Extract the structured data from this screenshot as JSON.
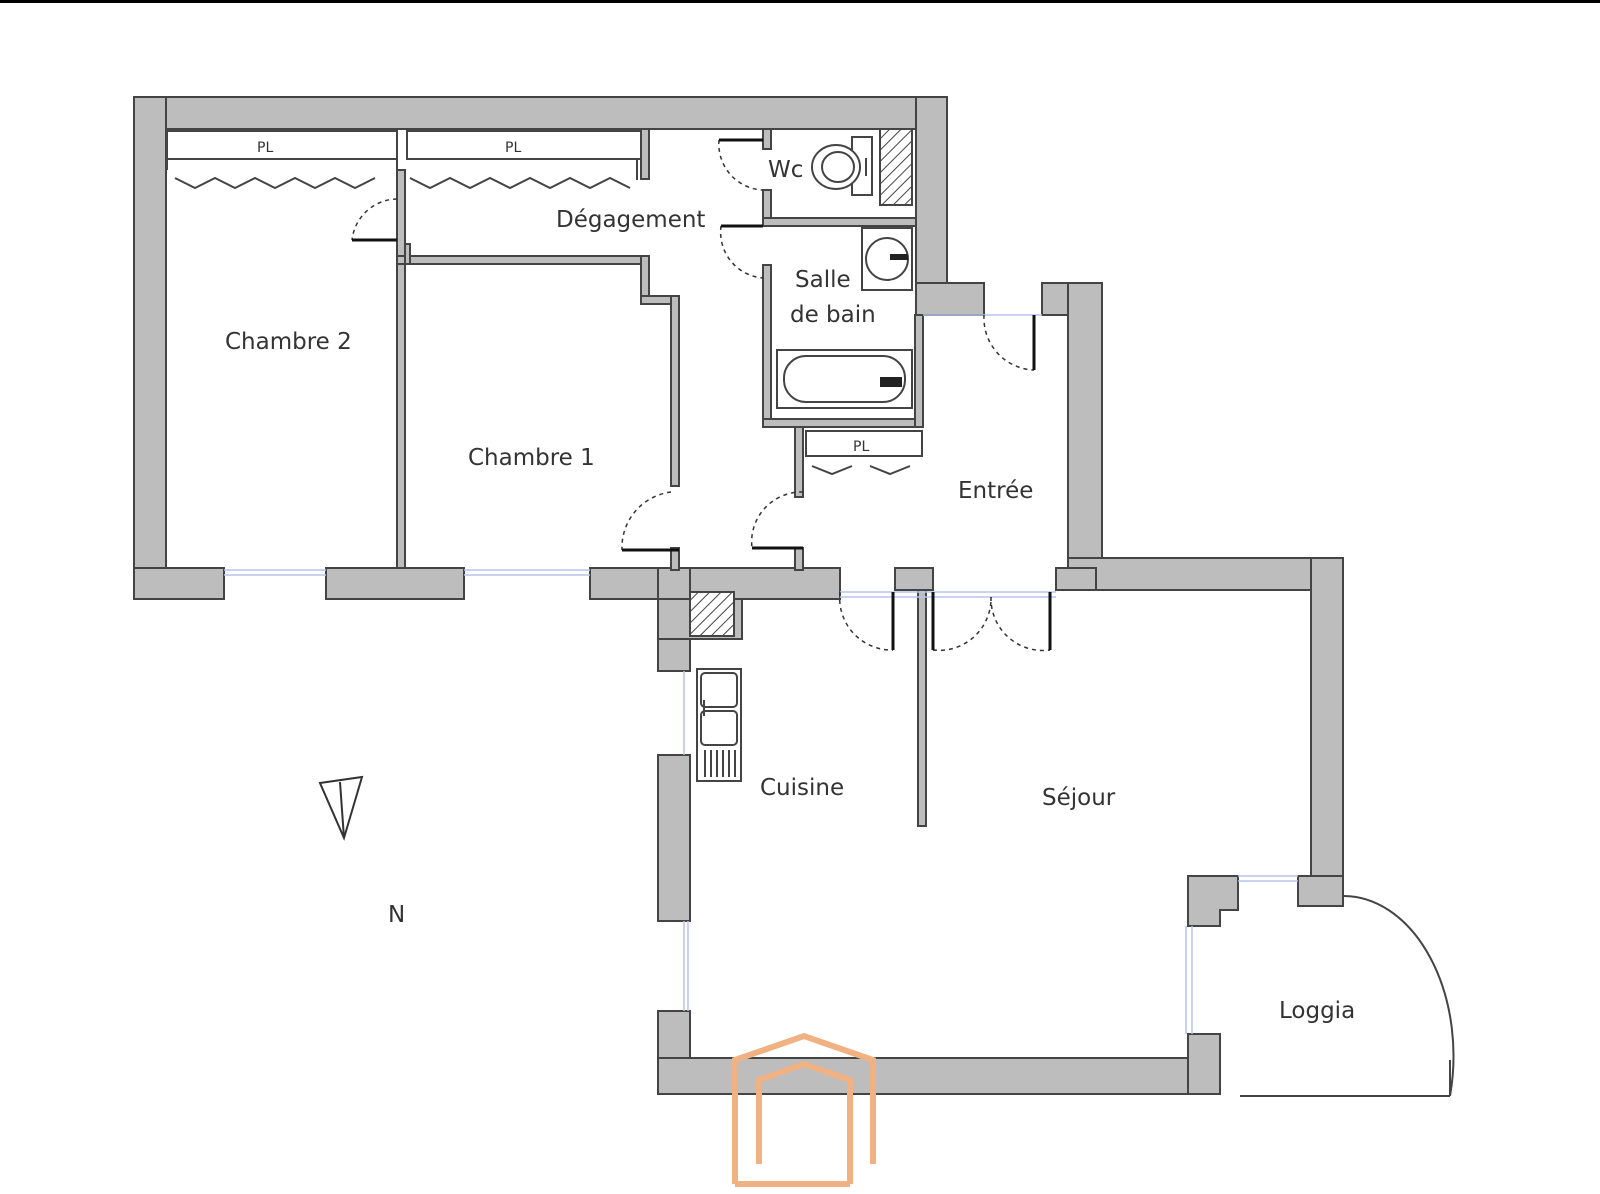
{
  "rooms": {
    "chambre2": "Chambre 2",
    "chambre1": "Chambre 1",
    "degagement": "Dégagement",
    "wc": "Wc",
    "salle_de_bain_line1": "Salle",
    "salle_de_bain_line2": "de bain",
    "entree": "Entrée",
    "cuisine": "Cuisine",
    "sejour": "Séjour",
    "loggia": "Loggia"
  },
  "closets": {
    "pl1": "PL",
    "pl2": "PL",
    "pl3": "PL"
  },
  "compass": {
    "north_label": "N"
  },
  "colors": {
    "wall": "#bdbdbd",
    "window": "#b9c3ee",
    "logo": "#f0b183"
  }
}
